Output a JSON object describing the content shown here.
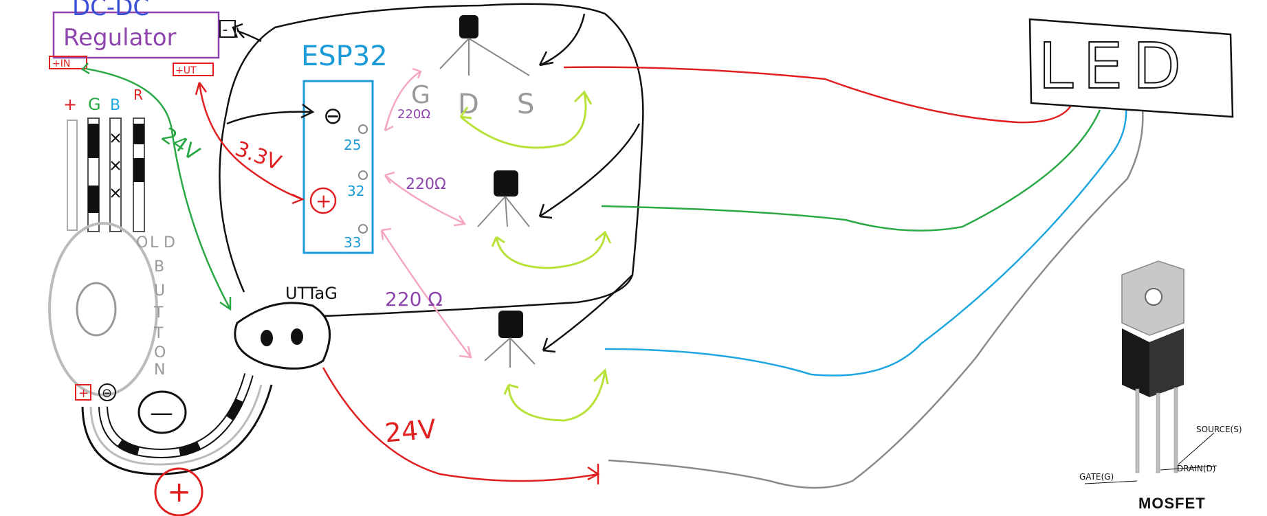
{
  "regulator": {
    "title_line1": "DC-DC",
    "title_line2": "Regulator",
    "in_label": "+IN",
    "out_label": "+UT",
    "minus_label": "-"
  },
  "led_strip_wires": {
    "plus": "+",
    "green": "G",
    "blue": "B",
    "red": "R"
  },
  "voltage_24v_green": "24V",
  "voltage_33v": "3.3V",
  "voltage_24v_red": "24V",
  "esp32": {
    "title": "ESP32",
    "minus_symbol": "⊖",
    "plus_symbol": "+",
    "pins": [
      "25",
      "32",
      "33"
    ]
  },
  "resistors": [
    "220Ω",
    "220Ω",
    "220 Ω"
  ],
  "mosfet_pins_top": {
    "g": "G",
    "d": "D",
    "s": "S"
  },
  "old_button": [
    "O",
    "L",
    "D",
    "B",
    "U",
    "T",
    "T",
    "O",
    "N"
  ],
  "button_terms": {
    "plus": "+",
    "minus": "⊖",
    "big_minus": "—",
    "big_plus": "+"
  },
  "uttag": "UTTaG",
  "led_label": "LED",
  "mosfet_ref": {
    "title": "MOSFET",
    "gate": "GATE(G)",
    "drain": "DRAIN(D)",
    "source": "SOURCE(S)"
  },
  "colors": {
    "red": "#e02020",
    "green": "#2aa845",
    "blue": "#1da6e0",
    "gray": "#8a8a8a",
    "pink": "#f4a7c0",
    "lime": "#b8e23a",
    "purple": "#8e44ad",
    "esp_blue": "#1a9bd7",
    "black": "#111111"
  }
}
